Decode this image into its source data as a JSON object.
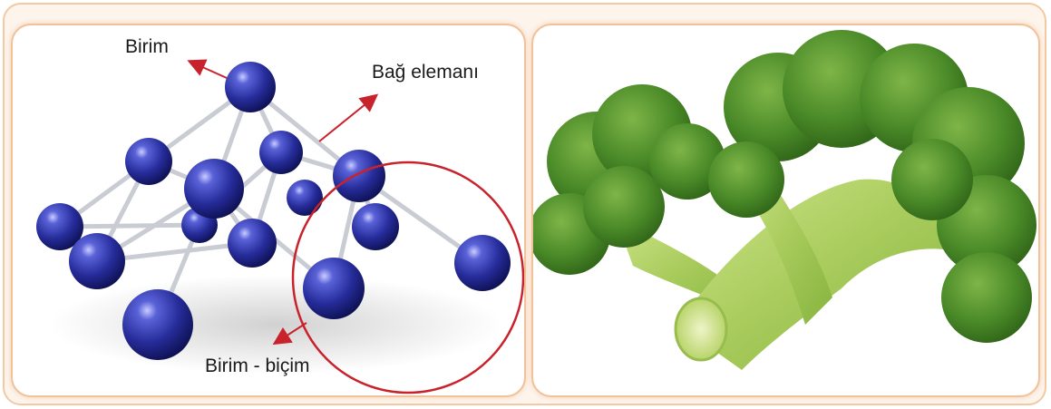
{
  "diagram": {
    "labels": {
      "unit": "Birim",
      "connector": "Bağ elemanı",
      "unit_form": "Birim - biçim"
    },
    "colors": {
      "frame_border": "#f2c9a2",
      "frame_fill": "#fdf4ec",
      "arrow": "#c8232c",
      "circle": "#c8232c",
      "sphere": "#2a2f9e",
      "rod": "#c9ccd2",
      "broccoli": "#4f8f2a",
      "stem": "#a9cc5e"
    }
  }
}
